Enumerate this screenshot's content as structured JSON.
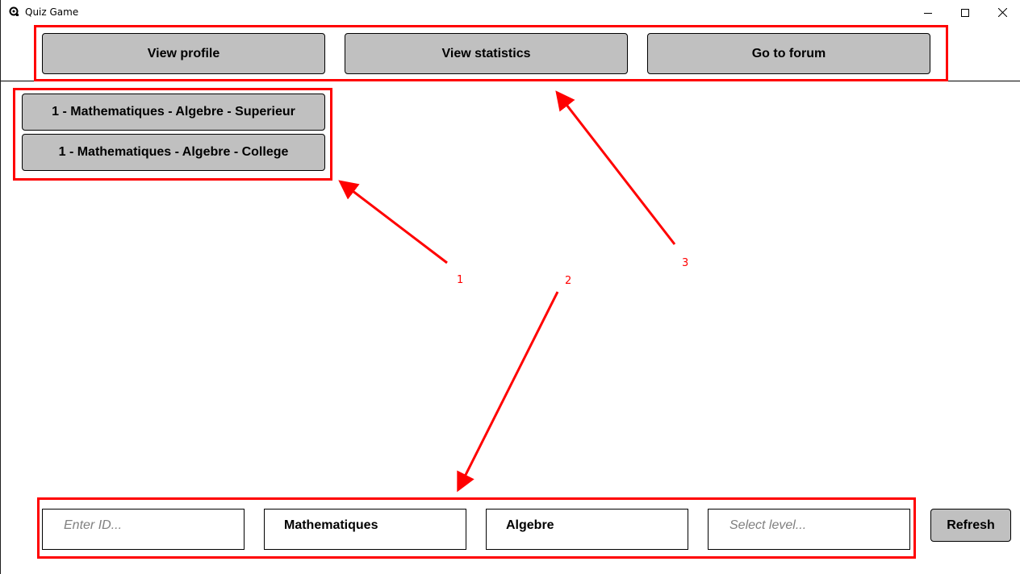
{
  "window": {
    "title": "Quiz Game",
    "icon": "quiz-app-icon",
    "controls": {
      "minimize_icon": "minimize-icon",
      "maximize_icon": "maximize-icon",
      "close_icon": "close-icon"
    }
  },
  "header": {
    "buttons": [
      {
        "label": "View profile"
      },
      {
        "label": "View statistics"
      },
      {
        "label": "Go to forum"
      }
    ]
  },
  "quiz_list": {
    "items": [
      {
        "label": "1 - Mathematiques - Algebre - Superieur"
      },
      {
        "label": "1 - Mathematiques - Algebre - College"
      }
    ]
  },
  "filters": {
    "id": {
      "value": "",
      "placeholder": "Enter ID..."
    },
    "subject": {
      "value": "Mathematiques",
      "placeholder": ""
    },
    "topic": {
      "value": "Algebre",
      "placeholder": ""
    },
    "level": {
      "value": "",
      "placeholder": "Select level..."
    },
    "refresh_label": "Refresh"
  },
  "annotations": {
    "color": "#ff0000",
    "labels": [
      {
        "number": "1"
      },
      {
        "number": "2"
      },
      {
        "number": "3"
      }
    ]
  }
}
